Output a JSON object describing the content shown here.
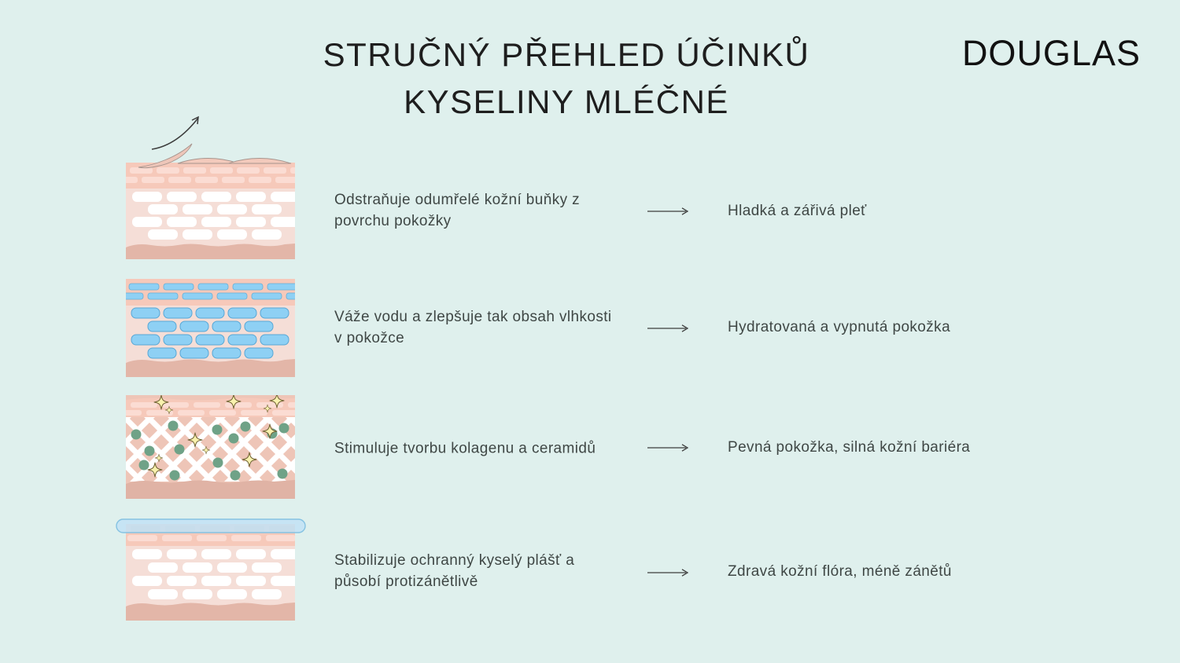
{
  "title": {
    "line1": "STRUČNÝ PŘEHLED ÚČINKŮ",
    "line2": "KYSELINY MLÉČNÉ"
  },
  "brand": {
    "name": "DOUGLAS"
  },
  "rows": [
    {
      "illustration": "exfoliating-dead-skin-cells-diagram",
      "description_lines": [
        "Odstraňuje odumřelé kožní buňky z",
        "povrchu pokožky"
      ],
      "result": "Hladká a zářivá pleť"
    },
    {
      "illustration": "water-binding-hydrated-cells-diagram",
      "description_lines": [
        "Váže vodu a zlepšuje tak obsah vlhkosti",
        "v pokožce"
      ],
      "result": "Hydratovaná a vypnutá pokožka"
    },
    {
      "illustration": "collagen-ceramide-lattice-diagram",
      "description_lines": [
        "Stimuluje tvorbu kolagenu a ceramidů"
      ],
      "result": "Pevná pokožka, silná kožní bariéra"
    },
    {
      "illustration": "protective-acid-mantle-diagram",
      "description_lines": [
        "Stabilizuje ochranný kyselý plášť a",
        "působí protizánětlivě"
      ],
      "result": "Zdravá kožní flóra, méně zánětů"
    }
  ],
  "colors": {
    "background": "#dff0ed",
    "title_text": "#1e1e1e",
    "body_text": "#3f4745",
    "skin_top_band": "#f6c9ba",
    "skin_body": "#f5ded7",
    "skin_bottom_band": "#e3b6a8",
    "skin_cell_light": "#fbdcd3",
    "brick_white": "#ffffff",
    "hydration_blue": "#8ed0f4",
    "mantle_blue": "#c2e2f4",
    "collagen_body": "#eec5b7",
    "ceramide_green": "#6fa287",
    "sparkle_yellow": "#f9f2ae",
    "arrow": "#3c3c3c"
  }
}
